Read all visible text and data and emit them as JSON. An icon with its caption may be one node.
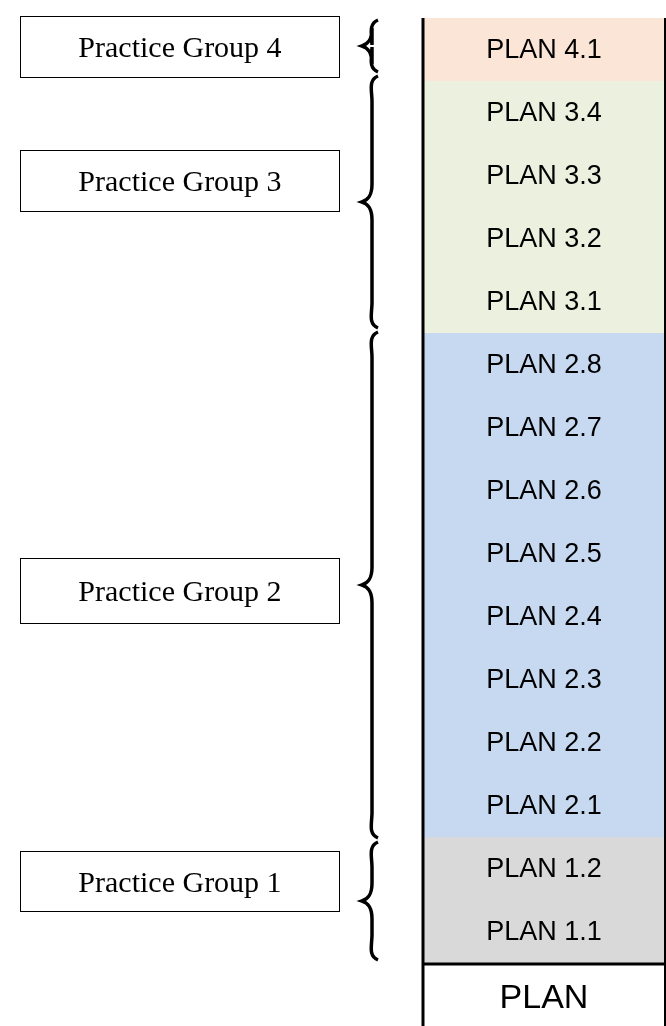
{
  "diagram": {
    "nodes": [
      {
        "text": [
          "Practice Group 4"
        ]
      },
      {
        "text": [
          "Practice Group 3"
        ]
      },
      {
        "text": [
          "Practice Group 2"
        ]
      },
      {
        "text": [
          "Practice Group 1"
        ]
      },
      {
        "text": [
          "PLAN 4.1"
        ]
      },
      {
        "text": [
          "PLAN 3.4"
        ]
      },
      {
        "text": [
          "PLAN 3.3"
        ]
      },
      {
        "text": [
          "PLAN 3.2"
        ]
      },
      {
        "text": [
          "PLAN 3.1"
        ]
      },
      {
        "text": [
          "PLAN 2.8"
        ]
      },
      {
        "text": [
          "PLAN 2.7"
        ]
      },
      {
        "text": [
          "PLAN 2.6"
        ]
      },
      {
        "text": [
          "PLAN 2.5"
        ]
      },
      {
        "text": [
          "PLAN 2.4"
        ]
      },
      {
        "text": [
          "PLAN 2.3"
        ]
      },
      {
        "text": [
          "PLAN 2.2"
        ]
      },
      {
        "text": [
          "PLAN 2.1"
        ]
      },
      {
        "text": [
          "PLAN 1.2"
        ]
      },
      {
        "text": [
          "PLAN 1.1"
        ]
      },
      {
        "text": [
          "PLAN"
        ]
      }
    ],
    "edges": []
  }
}
